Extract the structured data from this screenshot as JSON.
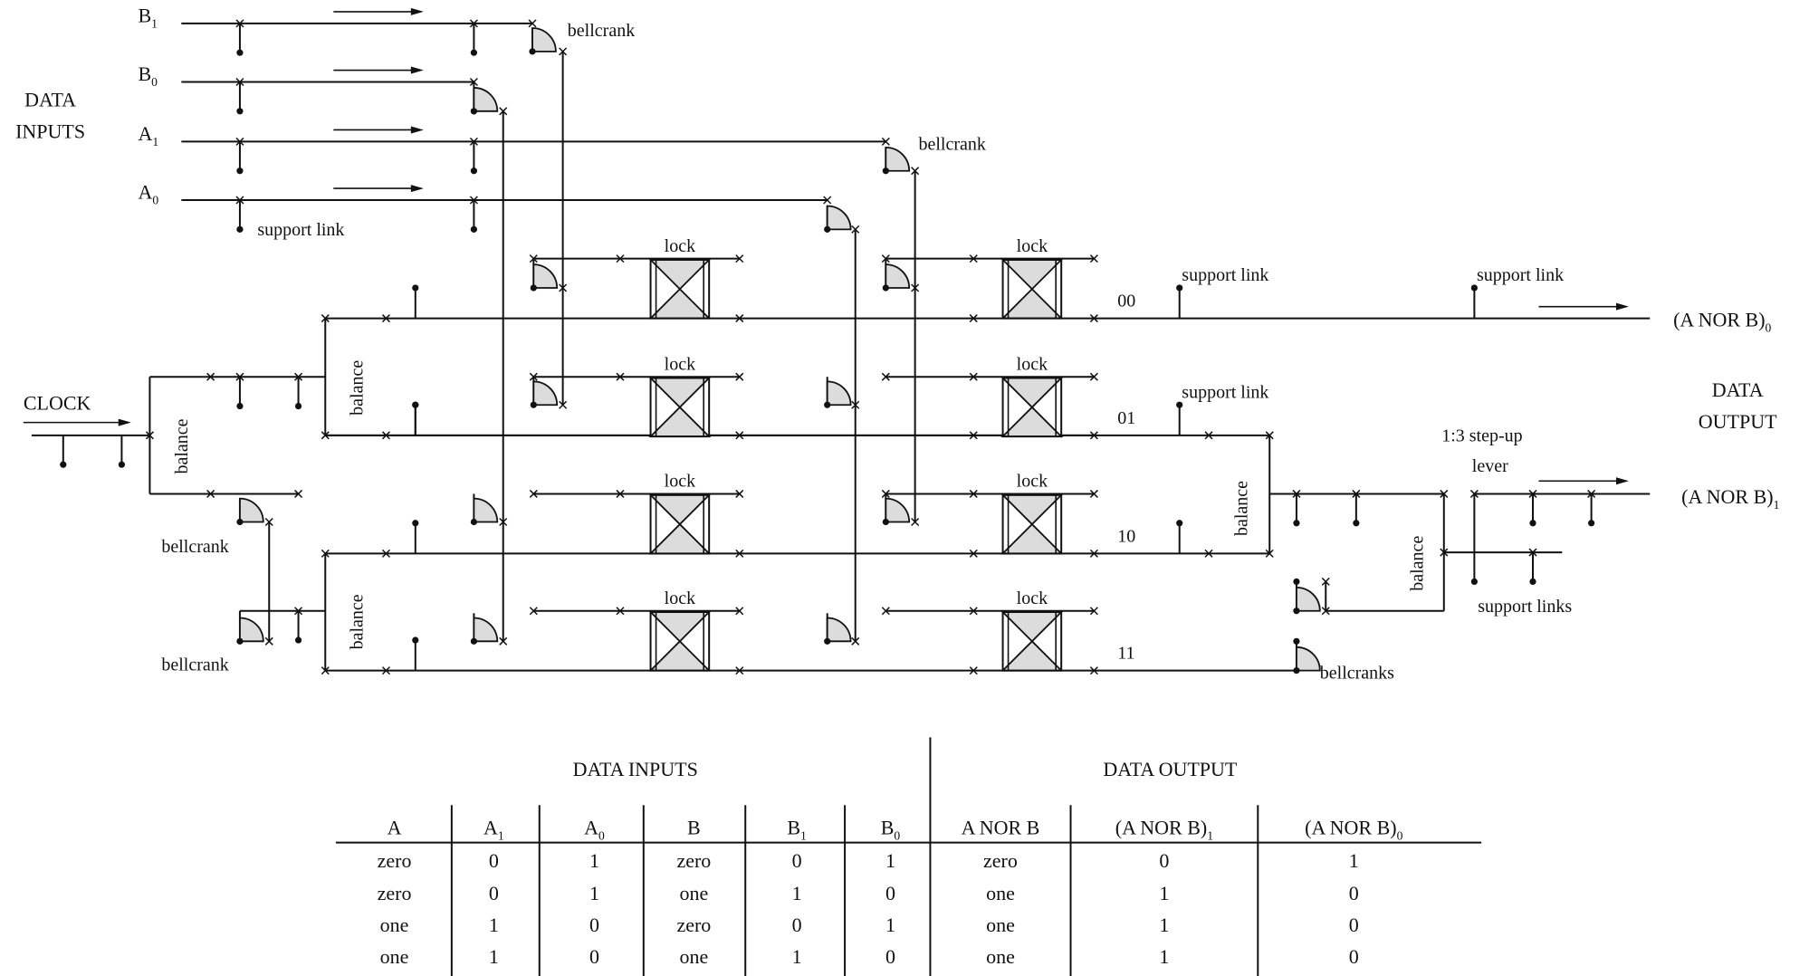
{
  "diagram": {
    "data_inputs_label": [
      "DATA",
      "INPUTS"
    ],
    "inputs": [
      {
        "base": "B",
        "sub": "1"
      },
      {
        "base": "B",
        "sub": "0"
      },
      {
        "base": "A",
        "sub": "1"
      },
      {
        "base": "A",
        "sub": "0"
      }
    ],
    "clock_label": "CLOCK",
    "bellcrank_label": "bellcrank",
    "bellcranks_label": "bellcranks",
    "support_link_label": "support link",
    "support_links_label": "support links",
    "lock_label": "lock",
    "balance_label": "balance",
    "row_codes": [
      "00",
      "01",
      "10",
      "11"
    ],
    "step_up_label": [
      "1:3 step-up",
      "lever"
    ],
    "data_output_label": [
      "DATA",
      "OUTPUT"
    ],
    "outputs": [
      {
        "base": "(A NOR B)",
        "sub": "0"
      },
      {
        "base": "(A NOR B)",
        "sub": "1"
      }
    ]
  },
  "table": {
    "group_inputs": "DATA INPUTS",
    "group_output": "DATA OUTPUT",
    "headers": [
      {
        "base": "A",
        "sub": ""
      },
      {
        "base": "A",
        "sub": "1"
      },
      {
        "base": "A",
        "sub": "0"
      },
      {
        "base": "B",
        "sub": ""
      },
      {
        "base": "B",
        "sub": "1"
      },
      {
        "base": "B",
        "sub": "0"
      },
      {
        "base": "A NOR B",
        "sub": ""
      },
      {
        "base": "(A NOR B)",
        "sub": "1"
      },
      {
        "base": "(A NOR B)",
        "sub": "0"
      }
    ],
    "rows": [
      [
        "zero",
        "0",
        "1",
        "zero",
        "0",
        "1",
        "zero",
        "0",
        "1"
      ],
      [
        "zero",
        "0",
        "1",
        "one",
        "1",
        "0",
        "one",
        "1",
        "0"
      ],
      [
        "one",
        "1",
        "0",
        "zero",
        "0",
        "1",
        "one",
        "1",
        "0"
      ],
      [
        "one",
        "1",
        "0",
        "one",
        "1",
        "0",
        "one",
        "1",
        "0"
      ]
    ]
  }
}
